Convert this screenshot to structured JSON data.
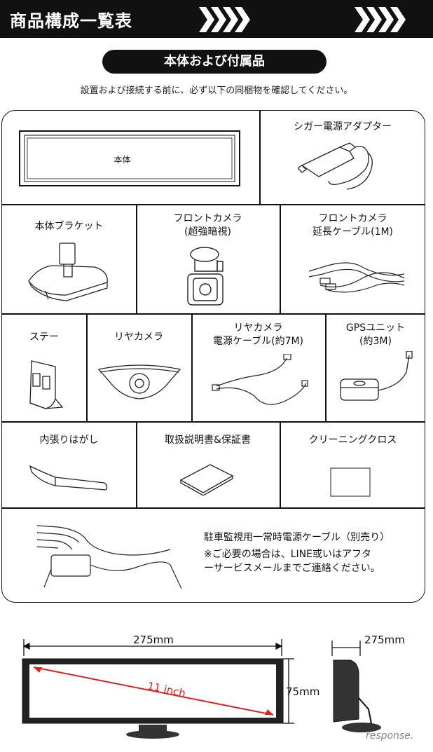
{
  "header": {
    "title": "商品構成一覧表"
  },
  "section": {
    "title": "本体および付属品"
  },
  "intro": "設置および接続する前に、必ず以下の同梱物を確認してください。",
  "items": {
    "main_unit": "本体",
    "cigar_adapter": "シガー電源アダプター",
    "bracket": "本体ブラケット",
    "front_camera": [
      "フロントカメラ",
      "(超強暗視)"
    ],
    "front_ext_cable": [
      "フロントカメラ",
      "延長ケーブル(1M)"
    ],
    "stay": "ステー",
    "rear_camera": "リヤカメラ",
    "rear_power_cable": [
      "リヤカメラ",
      "電源ケーブル(約7M)"
    ],
    "gps_unit": [
      "GPSユニット",
      "(約3M)"
    ],
    "trim_remover": "内張りはがし",
    "manual": "取扱説明書&保証書",
    "cloth": "クリーニングクロス",
    "parking_cable": {
      "title": "駐車監視用一常時電源ケーブル（別売り）",
      "note": [
        "※ご必要の場合は、LINE或いはアフタ",
        "ーサービスメールまでご連絡ください。"
      ]
    }
  },
  "dimensions": {
    "width_front": "275mm",
    "diagonal": "11 inch",
    "height": "75mm",
    "width_side": "275mm"
  },
  "watermark": "response."
}
